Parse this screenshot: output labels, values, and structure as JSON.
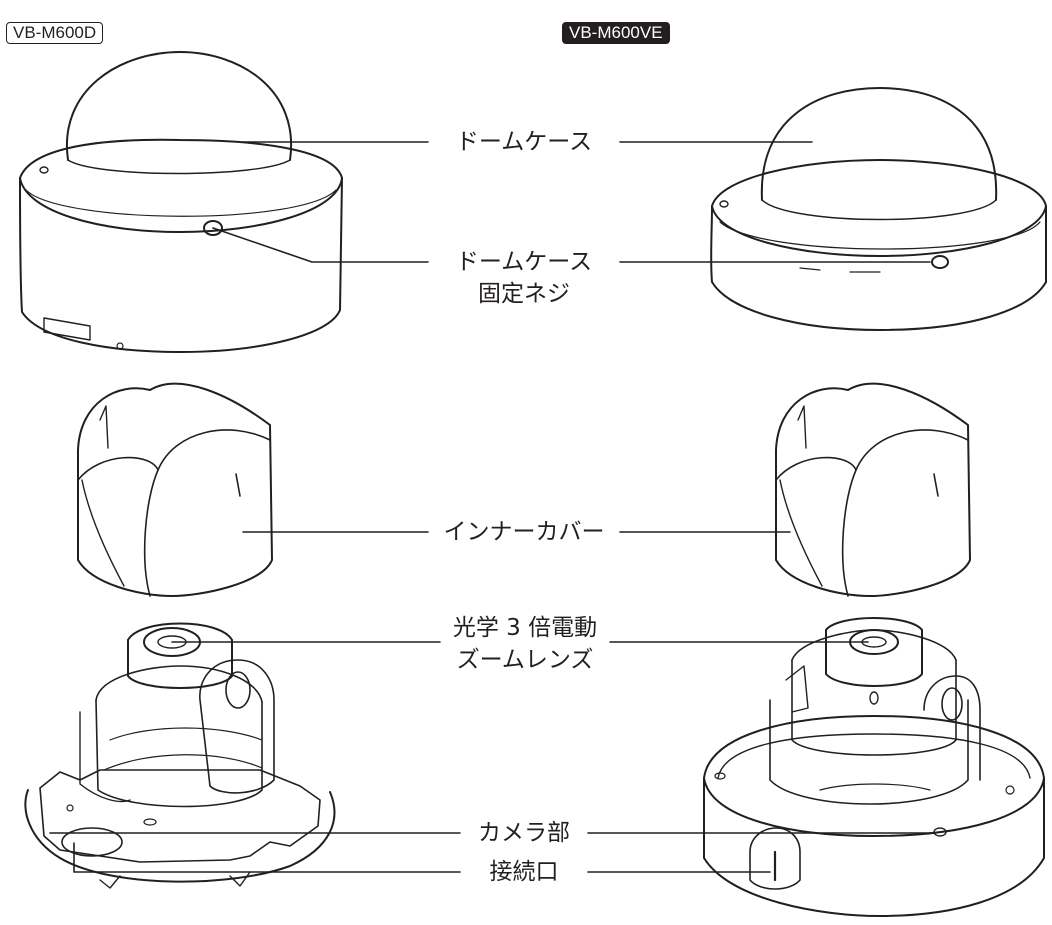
{
  "models": {
    "left": "VB-M600D",
    "right": "VB-M600VE"
  },
  "labels": {
    "dome_case": "ドームケース",
    "dome_screw_line1": "ドームケース",
    "dome_screw_line2": "固定ネジ",
    "inner_cover": "インナーカバー",
    "zoom_lens_line1": "光学 3 倍電動",
    "zoom_lens_line2": "ズームレンズ",
    "camera_unit": "カメラ部",
    "connector": "接続口"
  },
  "colors": {
    "ink": "#231f20",
    "background": "#ffffff"
  }
}
